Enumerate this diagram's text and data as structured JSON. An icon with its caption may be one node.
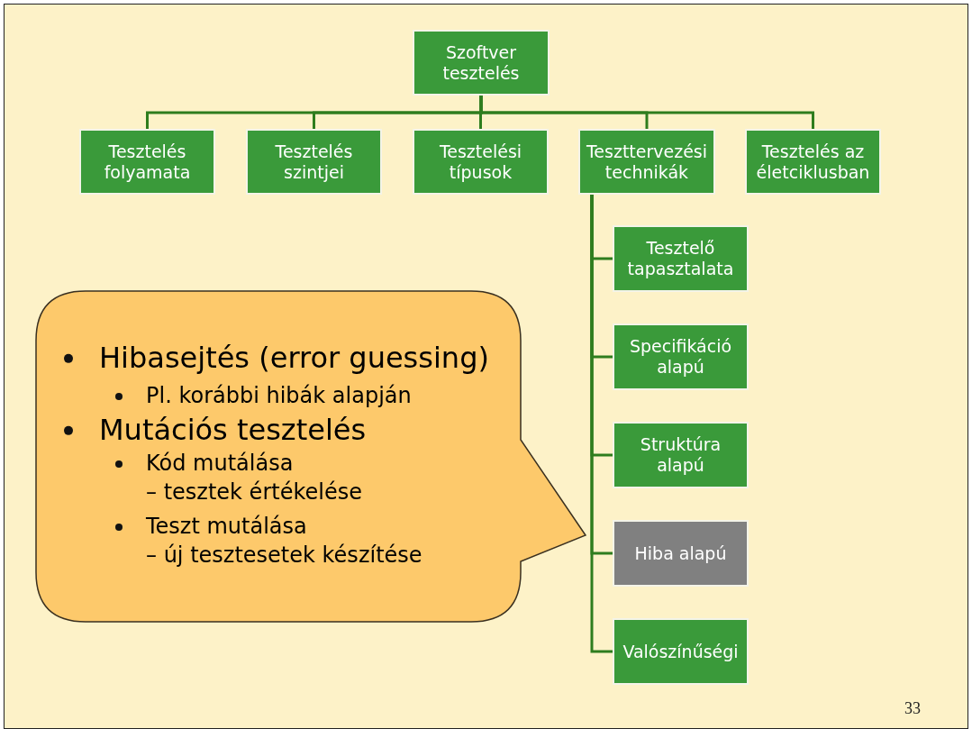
{
  "diagram": {
    "nodes": [
      {
        "text": [
          "Szoftver tesztelés"
        ]
      },
      {
        "text": [
          "Tesztelés folyamata"
        ]
      },
      {
        "text": [
          "Tesztelés szintjei"
        ]
      },
      {
        "text": [
          "Tesztelési típusok"
        ]
      },
      {
        "text": [
          "Teszttervezési technikák"
        ]
      },
      {
        "text": [
          "Tesztelés az életciklusban"
        ]
      },
      {
        "text": [
          "Tesztelő tapasztalata"
        ]
      },
      {
        "text": [
          "Specifikáció alapú"
        ]
      },
      {
        "text": [
          "Struktúra alapú"
        ]
      },
      {
        "text": [
          "Hiba alapú"
        ]
      },
      {
        "text": [
          "Valószínűségi"
        ]
      },
      {
        "text": [
          "Hibasejtés (error guessing)",
          "Pl. korábbi hibák alapján",
          "Mutációs tesztelés",
          "Kód mutálása",
          "– tesztek értékelése",
          "Teszt mutálása",
          "– új tesztesetek készítése"
        ]
      }
    ],
    "edges": [
      {
        "from": 0,
        "to": 1,
        "arrow": "none"
      },
      {
        "from": 0,
        "to": 2,
        "arrow": "none"
      },
      {
        "from": 0,
        "to": 3,
        "arrow": "none"
      },
      {
        "from": 0,
        "to": 4,
        "arrow": "none"
      },
      {
        "from": 0,
        "to": 5,
        "arrow": "none"
      },
      {
        "from": 4,
        "to": 6,
        "arrow": "none"
      },
      {
        "from": 4,
        "to": 7,
        "arrow": "none"
      },
      {
        "from": 4,
        "to": 8,
        "arrow": "none"
      },
      {
        "from": 4,
        "to": 9,
        "arrow": "none"
      },
      {
        "from": 4,
        "to": 10,
        "arrow": "none"
      }
    ],
    "labels": [
      "33"
    ]
  }
}
